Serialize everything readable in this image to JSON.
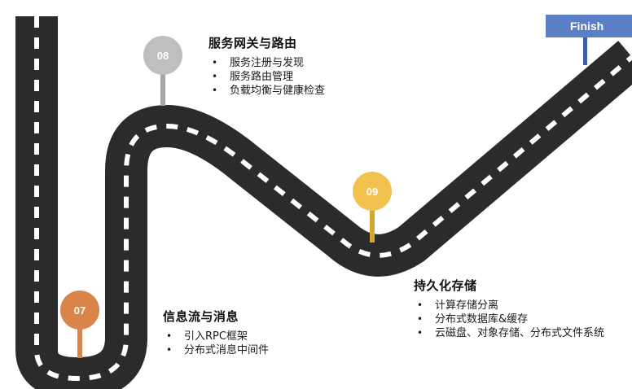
{
  "milestones": {
    "m07": {
      "number": "07",
      "color": "#D9854A",
      "pole_color": "#D9854A"
    },
    "m08": {
      "number": "08",
      "color": "#BFBFBF",
      "pole_color": "#A6A6A6"
    },
    "m09": {
      "number": "09",
      "color": "#F2C14E",
      "pole_color": "#D4A82E"
    }
  },
  "finish": {
    "label": "Finish",
    "color": "#5B7FC7",
    "pole_color": "#3F5FA8"
  },
  "sections": {
    "s08": {
      "title": "服务网关与路由",
      "items": [
        "服务注册与发现",
        "服务路由管理",
        "负载均衡与健康检查"
      ]
    },
    "s09": {
      "title": "持久化存储",
      "items": [
        "计算存储分离",
        "分布式数据库&缓存",
        "云磁盘、对象存储、分布式文件系统"
      ]
    },
    "s07": {
      "title": "信息流与消息",
      "items": [
        "引入RPC框架",
        "分布式消息中间件"
      ]
    }
  },
  "road_color": "#2B2B2B"
}
